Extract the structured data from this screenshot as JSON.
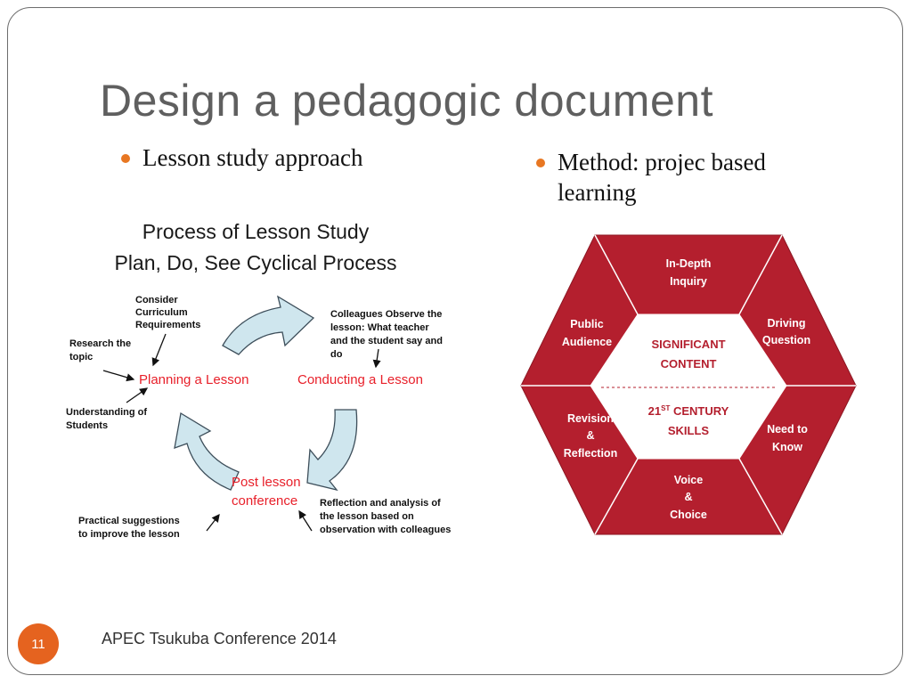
{
  "slide": {
    "title": "Design a pedagogic document",
    "bullet_left": "Lesson study approach",
    "bullet_right": "Method: projec based learning",
    "slide_number": "11",
    "footer": "APEC Tsukuba Conference 2014"
  },
  "lesson_study": {
    "title_line1": "Process of Lesson Study",
    "title_line2": "Plan, Do, See Cyclical Process",
    "planning": "Planning a Lesson",
    "conducting": "Conducting a Lesson",
    "post_line1": "Post lesson",
    "post_line2": "conference",
    "consider": [
      "Consider",
      "Curriculum",
      "Requirements"
    ],
    "research": [
      "Research the",
      "topic"
    ],
    "understanding": [
      "Understanding of",
      "Students"
    ],
    "colleagues": [
      "Colleagues Observe the",
      "lesson: What teacher",
      "and the student say and",
      "do"
    ],
    "reflection": [
      "Reflection and analysis of",
      "the lesson based on",
      "observation with colleagues"
    ],
    "practical": [
      "Practical suggestions",
      "to improve the lesson"
    ],
    "colors": {
      "red": "#e8202a",
      "arrow_fill": "#cfe6ee",
      "arrow_stroke": "#3d4e5a"
    }
  },
  "pbl": {
    "top": [
      "In-Depth",
      "Inquiry"
    ],
    "upper_right": [
      "Driving",
      "Question"
    ],
    "lower_right": [
      "Need to",
      "Know"
    ],
    "bottom": [
      "Voice",
      "&",
      "Choice"
    ],
    "lower_left": [
      "Revision",
      "&",
      "Reflection"
    ],
    "upper_left": [
      "Public",
      "Audience"
    ],
    "center_top": [
      "SIGNIFICANT",
      "CONTENT"
    ],
    "center_bottom_prefix": "21",
    "center_bottom_sup": "ST",
    "center_bottom_rest": " CENTURY",
    "center_bottom_line2": "SKILLS",
    "colors": {
      "hex": "#b41f2e",
      "center_text": "#b41f2e",
      "edge_text": "#ffffff"
    }
  }
}
